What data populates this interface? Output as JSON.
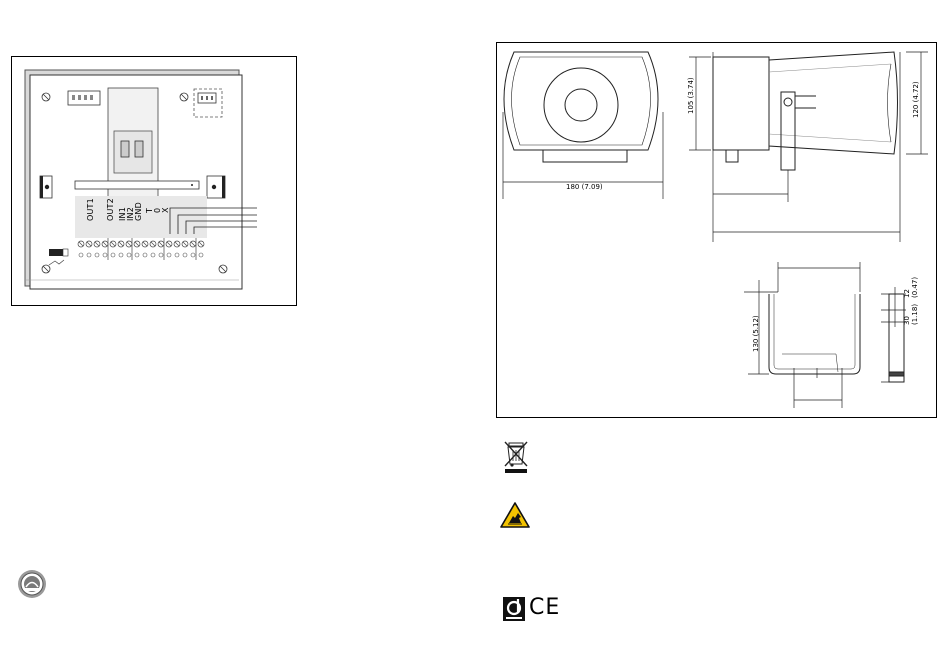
{
  "left_diagram": {
    "terminal_labels": [
      "OUT1",
      "OUT2",
      "IN1",
      "IN2",
      "GND",
      "T",
      "0",
      "X"
    ]
  },
  "dimensions": {
    "width_front": "180 (7.09)",
    "height_body": "105 (3.74)",
    "height_horn": "120 (4.72)",
    "bracket_height": "130 (5.12)",
    "bracket_side_a": "12 (0.47)",
    "bracket_side_b": "30 (1.18)"
  },
  "icons": {
    "weee": "crossed-out-wheelie-bin-icon",
    "esd": "esd-warning-icon",
    "d_mark": "approval-d-mark-icon",
    "ce": "ce-mark-icon",
    "seal": "approval-seal-icon"
  },
  "ce_text": "CE"
}
